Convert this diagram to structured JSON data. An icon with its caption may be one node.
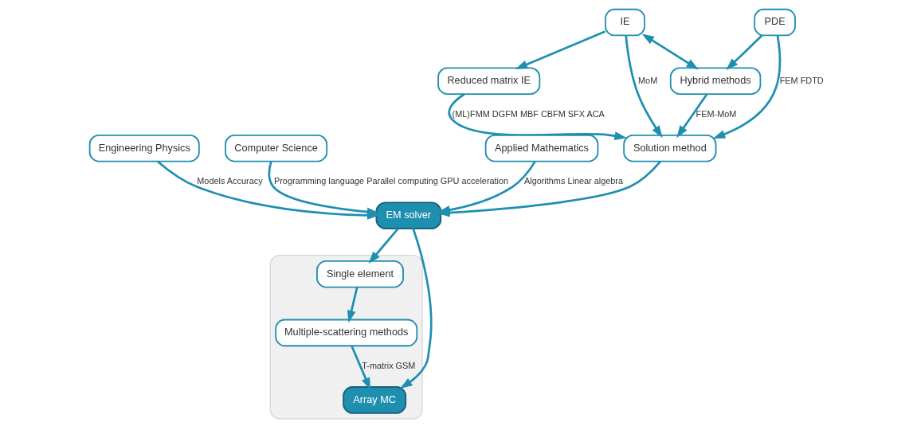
{
  "diagram": {
    "nodes": [
      {
        "text": [
          "Engineering Physics"
        ]
      },
      {
        "text": [
          "Computer Science"
        ]
      },
      {
        "text": [
          "Reduced matrix IE"
        ]
      },
      {
        "text": [
          "Applied Mathematics"
        ]
      },
      {
        "text": [
          "EM solver"
        ]
      },
      {
        "text": [
          "Solution method"
        ]
      },
      {
        "text": [
          "IE"
        ]
      },
      {
        "text": [
          "Hybrid methods"
        ]
      },
      {
        "text": [
          "PDE"
        ]
      },
      {
        "text": [],
        "shape": "box"
      },
      {
        "text": [
          "Single element"
        ],
        "in": 9
      },
      {
        "text": [
          "Multiple-scattering methods"
        ],
        "in": 9
      },
      {
        "text": [
          "Array MC"
        ],
        "in": 9
      }
    ],
    "edges": [
      {
        "from": 0,
        "to": 4,
        "arrow": "to",
        "label": "Models Accuracy"
      },
      {
        "from": 1,
        "to": 4,
        "arrow": "to",
        "label": "Programming language Parallel computing GPU acceleration"
      },
      {
        "from": 3,
        "to": 4,
        "arrow": "to",
        "label": "Algorithms Linear algebra"
      },
      {
        "from": 5,
        "to": 4,
        "arrow": "to"
      },
      {
        "from": 2,
        "to": 5,
        "arrow": "to",
        "label": "(ML)FMM DGFM MBF CBFM SFX ACA"
      },
      {
        "from": 6,
        "to": 5,
        "arrow": "to",
        "label": "MoM"
      },
      {
        "from": 6,
        "to": 2,
        "arrow": "to"
      },
      {
        "from": 6,
        "to": 7,
        "arrow": "both"
      },
      {
        "from": 7,
        "to": 5,
        "arrow": "to",
        "label": "FEM-MoM"
      },
      {
        "from": 8,
        "to": 7,
        "arrow": "to"
      },
      {
        "from": 8,
        "to": 5,
        "arrow": "to",
        "label": "FEM FDTD"
      },
      {
        "from": 4,
        "to": 10,
        "arrow": "to"
      },
      {
        "from": 4,
        "to": 12,
        "arrow": "to"
      },
      {
        "from": 10,
        "to": 11,
        "arrow": "to"
      },
      {
        "from": 11,
        "to": 12,
        "arrow": "to",
        "label": "T-matrix GSM"
      }
    ]
  }
}
